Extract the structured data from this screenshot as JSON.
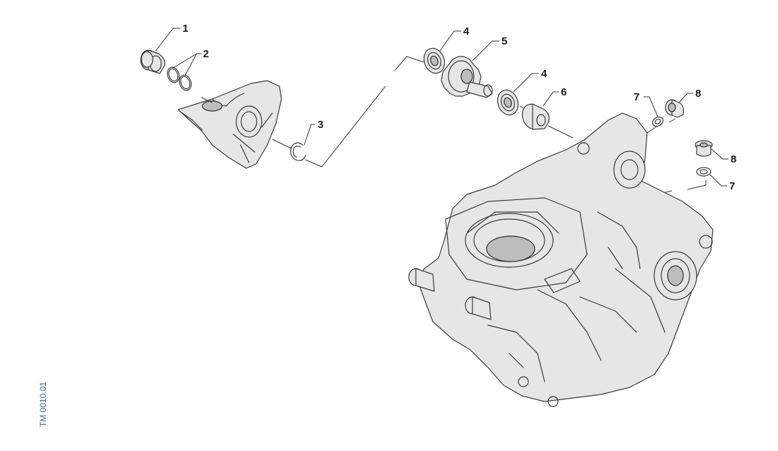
{
  "drawing": {
    "id": "TM 0010.01",
    "line_color": "#3a3a3a",
    "id_color": "#3c66a8"
  },
  "callouts": [
    "1",
    "2",
    "3",
    "4",
    "5",
    "4",
    "6",
    "7",
    "8",
    "8",
    "7"
  ]
}
